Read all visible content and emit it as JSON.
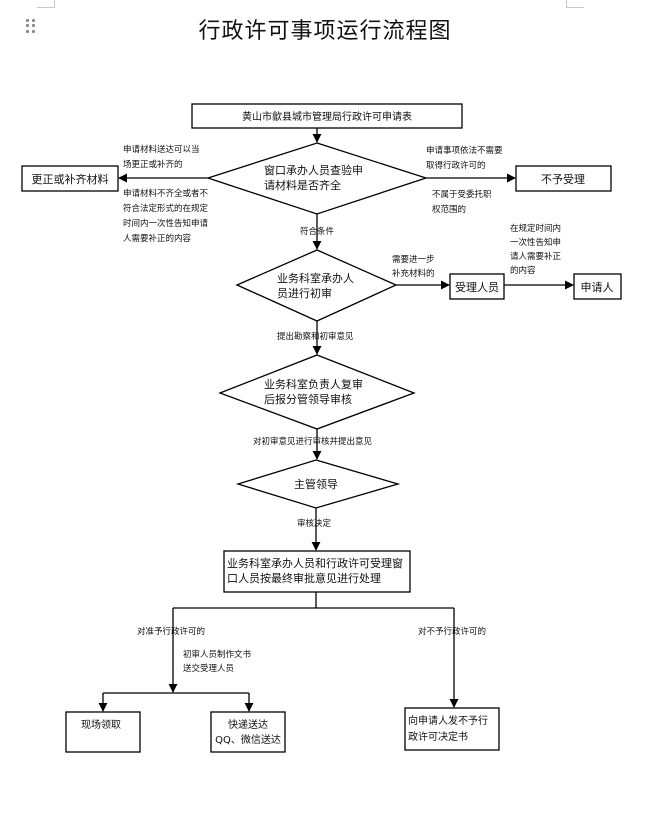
{
  "document": {
    "title": "行政许可事项运行流程图"
  },
  "nodes": {
    "application_form": {
      "lines": [
        "黄山市歙县城市管理局行政许可申请表"
      ]
    },
    "window_check": {
      "lines": [
        "窗口承办人员查验申",
        "请材料是否齐全"
      ]
    },
    "correct_materials": {
      "lines": [
        "更正或补齐材料"
      ]
    },
    "not_accepted": {
      "lines": [
        "不予受理"
      ]
    },
    "initial_review": {
      "lines": [
        "业务科室承办人",
        "员进行初审"
      ]
    },
    "acceptor": {
      "lines": [
        "受理人员"
      ]
    },
    "applicant": {
      "lines": [
        "申请人"
      ]
    },
    "second_review": {
      "lines": [
        "业务科室负责人复审",
        "后报分管领导审核"
      ]
    },
    "leader": {
      "lines": [
        "主管领导"
      ]
    },
    "final_processing": {
      "lines": [
        "业务科室承办人员和行政许可受理窗",
        "口人员按最终审批意见进行处理"
      ]
    },
    "onsite_pickup": {
      "lines": [
        "现场领取"
      ]
    },
    "express_delivery": {
      "lines": [
        "快递送达",
        "QQ、微信送达"
      ]
    },
    "rejection_notice": {
      "lines": [
        "向申请人发不予行",
        "政许可决定书"
      ]
    }
  },
  "edge_labels": {
    "correct_on_spot": [
      "申请材料送达可以当",
      "场更正或补齐的"
    ],
    "incomplete_notify": [
      "申请材料不齐全或者不",
      "符合法定形式的在规定",
      "时间内一次性告知申请",
      "人需要补正的内容"
    ],
    "no_permit_needed": [
      "申请事项依法不需要",
      "取得行政许可的"
    ],
    "not_in_scope": [
      "不属于受委托职",
      "权范围的"
    ],
    "meets_conditions": [
      "符合条件"
    ],
    "need_more_materials": [
      "需要进一步",
      "补充材料的"
    ],
    "notify_applicant": [
      "在规定时间内",
      "一次性告知申",
      "请人需要补正",
      "的内容"
    ],
    "survey_opinion": [
      "提出勘察和初审意见"
    ],
    "review_opinion": [
      "对初审意见进行审核并提出意见"
    ],
    "review_decision": [
      "审核决定"
    ],
    "grant_permit": [
      "对准予行政许可的"
    ],
    "prepare_document": [
      "初审人员制作文书",
      "送交受理人员"
    ],
    "deny_permit": [
      "对不予行政许可的"
    ]
  },
  "icons": {
    "drag_handle": "drag-handle-icon"
  },
  "colors": {
    "stroke": "#000000",
    "text": "#111111",
    "page_corner": "#c8c8c8"
  }
}
